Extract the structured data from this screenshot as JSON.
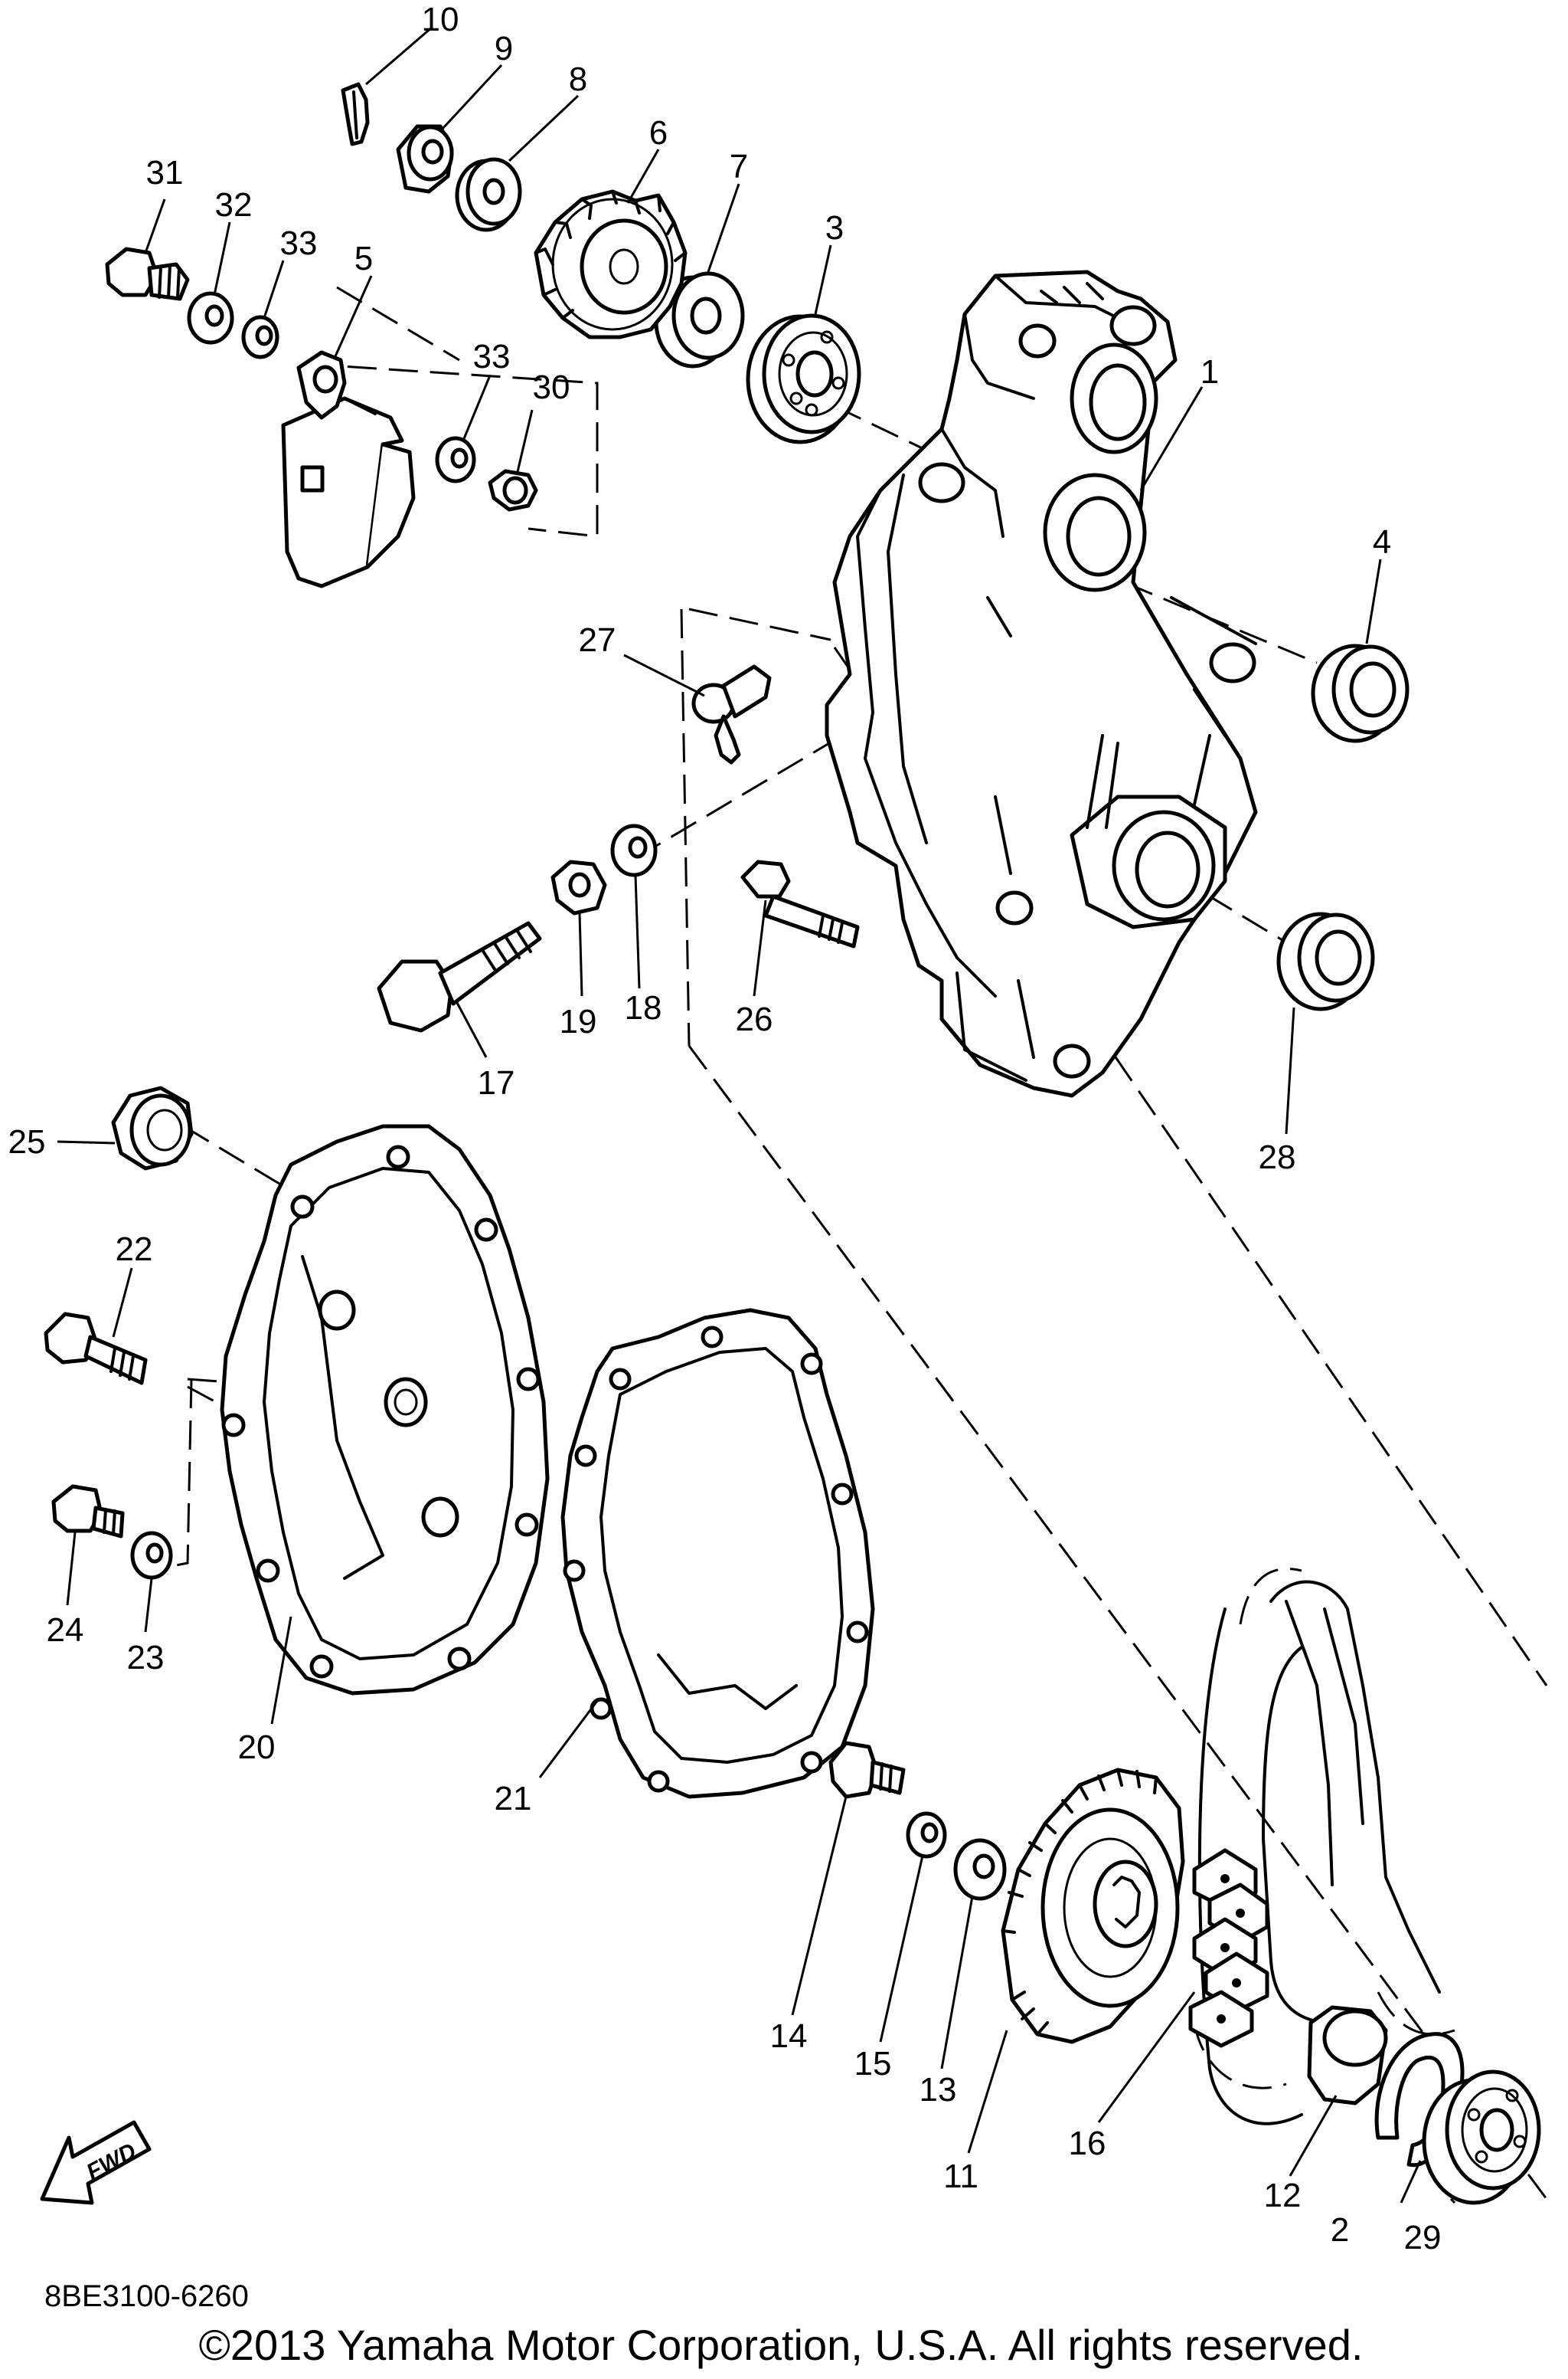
{
  "diagram": {
    "code": "8BE3100-6260",
    "copyright": "©2013 Yamaha Motor Corporation, U.S.A. All rights reserved.",
    "fwd_label": "FWD",
    "callouts": [
      {
        "id": "c1",
        "label": "1"
      },
      {
        "id": "c2",
        "label": "2"
      },
      {
        "id": "c3",
        "label": "3"
      },
      {
        "id": "c4",
        "label": "4"
      },
      {
        "id": "c5",
        "label": "5"
      },
      {
        "id": "c6",
        "label": "6"
      },
      {
        "id": "c7",
        "label": "7"
      },
      {
        "id": "c8",
        "label": "8"
      },
      {
        "id": "c9",
        "label": "9"
      },
      {
        "id": "c10",
        "label": "10"
      },
      {
        "id": "c11",
        "label": "11"
      },
      {
        "id": "c12",
        "label": "12"
      },
      {
        "id": "c13",
        "label": "13"
      },
      {
        "id": "c14",
        "label": "14"
      },
      {
        "id": "c15",
        "label": "15"
      },
      {
        "id": "c16",
        "label": "16"
      },
      {
        "id": "c17",
        "label": "17"
      },
      {
        "id": "c18",
        "label": "18"
      },
      {
        "id": "c19",
        "label": "19"
      },
      {
        "id": "c20",
        "label": "20"
      },
      {
        "id": "c21",
        "label": "21"
      },
      {
        "id": "c22",
        "label": "22"
      },
      {
        "id": "c23",
        "label": "23"
      },
      {
        "id": "c24",
        "label": "24"
      },
      {
        "id": "c25",
        "label": "25"
      },
      {
        "id": "c26",
        "label": "26"
      },
      {
        "id": "c27",
        "label": "27"
      },
      {
        "id": "c28",
        "label": "28"
      },
      {
        "id": "c29",
        "label": "29"
      },
      {
        "id": "c30",
        "label": "30"
      },
      {
        "id": "c31",
        "label": "31"
      },
      {
        "id": "c32",
        "label": "32"
      },
      {
        "id": "c33a",
        "label": "33"
      },
      {
        "id": "c33b",
        "label": "33"
      }
    ]
  }
}
